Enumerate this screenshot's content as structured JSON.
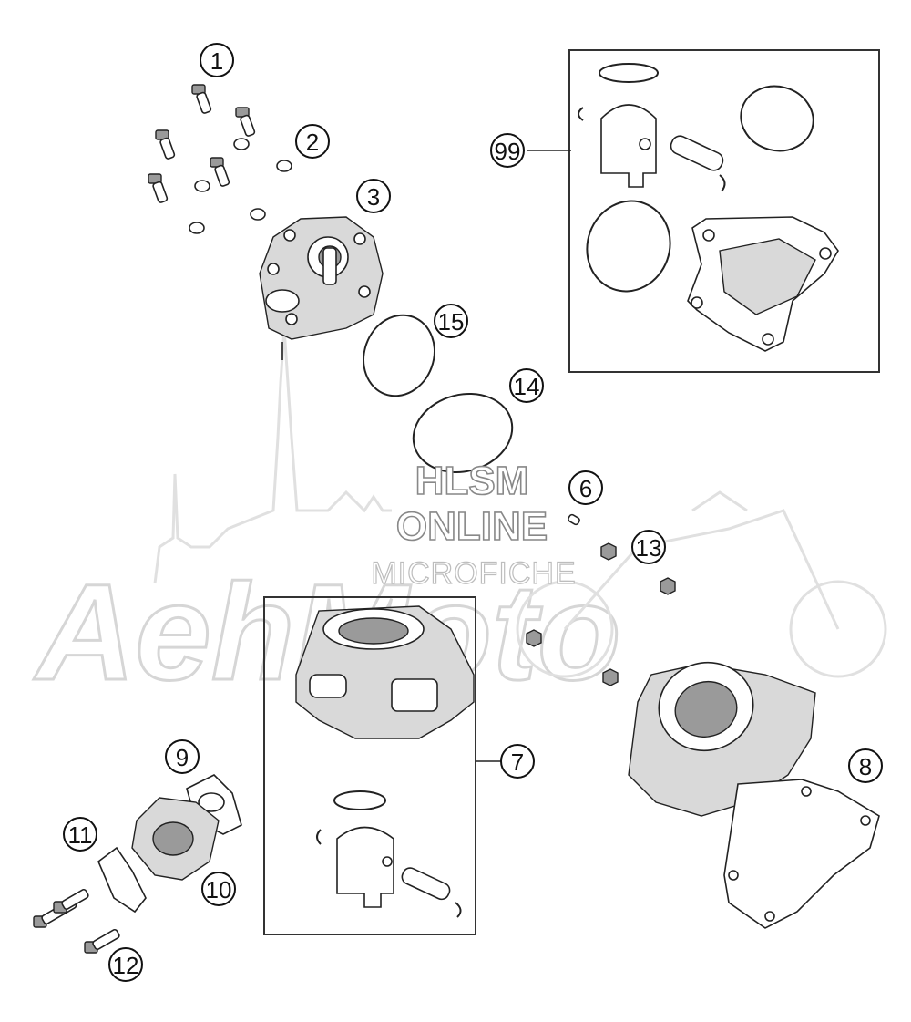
{
  "callouts": [
    {
      "id": "1",
      "label": "1"
    },
    {
      "id": "2",
      "label": "2"
    },
    {
      "id": "3",
      "label": "3"
    },
    {
      "id": "6",
      "label": "6"
    },
    {
      "id": "7",
      "label": "7"
    },
    {
      "id": "8",
      "label": "8"
    },
    {
      "id": "9",
      "label": "9"
    },
    {
      "id": "10",
      "label": "10"
    },
    {
      "id": "11",
      "label": "11"
    },
    {
      "id": "12",
      "label": "12"
    },
    {
      "id": "13",
      "label": "13"
    },
    {
      "id": "14",
      "label": "14"
    },
    {
      "id": "15",
      "label": "15"
    },
    {
      "id": "99",
      "label": "99"
    }
  ],
  "watermark": {
    "line1": "HLSM",
    "line2": "ONLINE",
    "line3": "MICROFICHE",
    "brand": "AehMoto"
  }
}
